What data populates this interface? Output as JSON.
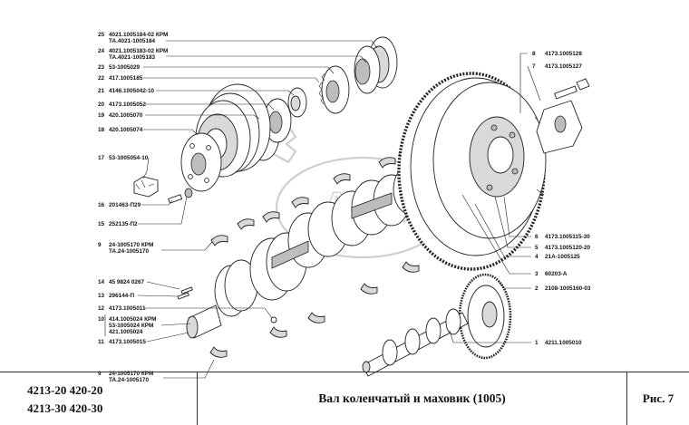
{
  "callouts": [
    {
      "num": "25",
      "lines": [
        "4021.1005184-02 КРМ",
        "ТА.4021-1005184"
      ]
    },
    {
      "num": "24",
      "lines": [
        "4021.1005183-02 КРМ",
        "ТА.4021-1005183"
      ]
    },
    {
      "num": "23",
      "lines": [
        "53-1005029"
      ]
    },
    {
      "num": "22",
      "lines": [
        "417.1005185"
      ]
    },
    {
      "num": "21",
      "lines": [
        "4146.1005042-10"
      ]
    },
    {
      "num": "20",
      "lines": [
        "4173.1005052"
      ]
    },
    {
      "num": "19",
      "lines": [
        "420.1005070"
      ]
    },
    {
      "num": "18",
      "lines": [
        "420.1005074"
      ]
    },
    {
      "num": "17",
      "lines": [
        "53-1005054-10"
      ]
    },
    {
      "num": "16",
      "lines": [
        "201463-П29"
      ]
    },
    {
      "num": "15",
      "lines": [
        "252135-П2"
      ]
    },
    {
      "num": "9",
      "lines": [
        "24-1005170 КРМ",
        "ТА.24-1005170"
      ]
    },
    {
      "num": "14",
      "lines": [
        "45 9824 0267"
      ]
    },
    {
      "num": "13",
      "lines": [
        "296144-П"
      ]
    },
    {
      "num": "12",
      "lines": [
        "4173.1005011"
      ]
    },
    {
      "num": "10",
      "lines": [
        "414.1005024 КРМ",
        "53-1005024 КРМ",
        "421.1005024"
      ]
    },
    {
      "num": "11",
      "lines": [
        "4173.1005015"
      ]
    },
    {
      "num": "9b",
      "label_num": "9",
      "lines": [
        "24-1005170 КРМ",
        "ТА.24-1005170"
      ]
    },
    {
      "num": "8",
      "lines": [
        "4173.1005128"
      ]
    },
    {
      "num": "7",
      "lines": [
        "4173.1005127"
      ]
    },
    {
      "num": "6",
      "lines": [
        "4173.1005115-30"
      ]
    },
    {
      "num": "5",
      "lines": [
        "4173.1005120-20"
      ]
    },
    {
      "num": "4",
      "lines": [
        "21А-1005125"
      ]
    },
    {
      "num": "3",
      "lines": [
        "60203-А"
      ]
    },
    {
      "num": "2",
      "lines": [
        "2108-1005160-03"
      ]
    },
    {
      "num": "1",
      "lines": [
        "4211.1005010"
      ]
    }
  ],
  "title_block": {
    "models_row1": "4213-20   420-20",
    "models_row2": "4213-30   420-30",
    "title": "Вал коленчатый и маховик (1005)",
    "figure": "Рис. 7"
  }
}
